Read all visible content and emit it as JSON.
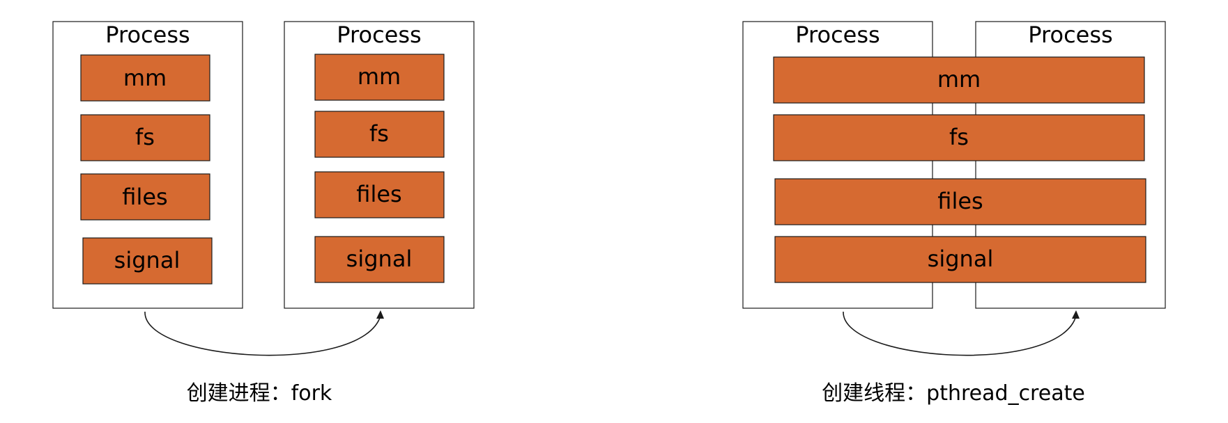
{
  "colors": {
    "resource_fill": "#D66A31",
    "border": "#1A1A1A",
    "background": "#FFFFFF"
  },
  "fork_diagram": {
    "parent": {
      "title": "Process",
      "resources": [
        "mm",
        "fs",
        "files",
        "signal"
      ]
    },
    "child": {
      "title": "Process",
      "resources": [
        "mm",
        "fs",
        "files",
        "signal"
      ]
    },
    "caption": "创建进程：fork"
  },
  "thread_diagram": {
    "left_process_title": "Process",
    "right_process_title": "Process",
    "shared_resources": [
      "mm",
      "fs",
      "files",
      "signal"
    ],
    "caption": "创建线程：pthread_create"
  }
}
